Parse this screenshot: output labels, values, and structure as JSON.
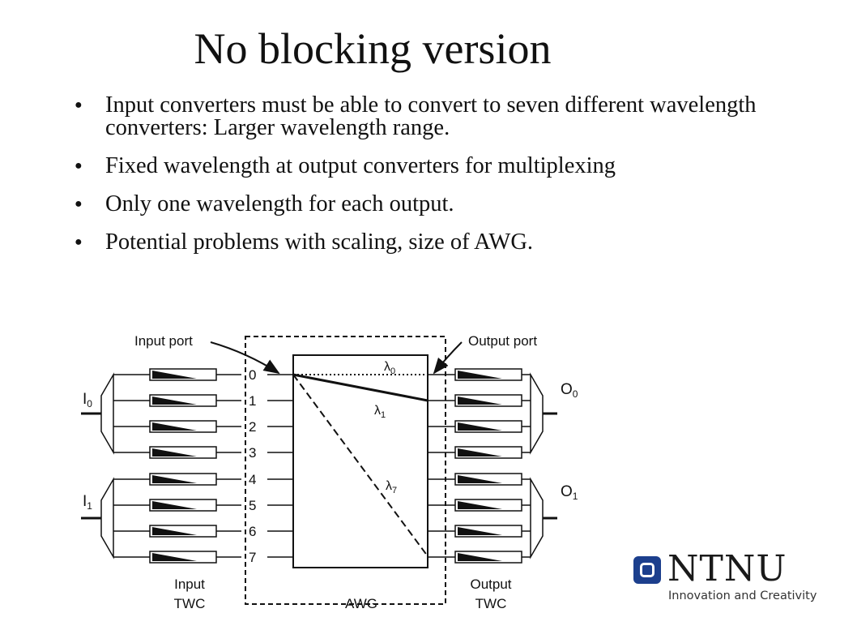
{
  "slide": {
    "title": "No blocking version",
    "bullet_symbol": "●",
    "bullets": [
      "Input converters must be able to convert to seven different wavelength converters: Larger wavelength range.",
      "Fixed wavelength at output converters for multiplexing",
      "Only one wavelength for each output.",
      "Potential problems with scaling, size of AWG."
    ]
  },
  "diagram": {
    "input_port_label": "Input port",
    "output_port_label": "Output port",
    "port_numbers": [
      "0",
      "1",
      "2",
      "3",
      "4",
      "5",
      "6",
      "7"
    ],
    "input_signals": [
      "I",
      "I"
    ],
    "input_subscripts": [
      "0",
      "1"
    ],
    "output_signals": [
      "O",
      "O"
    ],
    "output_subscripts": [
      "0",
      "1"
    ],
    "wavelength_symbol": "λ",
    "wavelength_subscripts": [
      "0",
      "1",
      "7"
    ],
    "input_twc_label_line1": "Input",
    "input_twc_label_line2": "TWC",
    "awg_label": "AWG",
    "output_twc_label_line1": "Output",
    "output_twc_label_line2": "TWC"
  },
  "logo": {
    "name": "NTNU",
    "tagline": "Innovation and Creativity",
    "brand_color": "#1c3f8d"
  }
}
